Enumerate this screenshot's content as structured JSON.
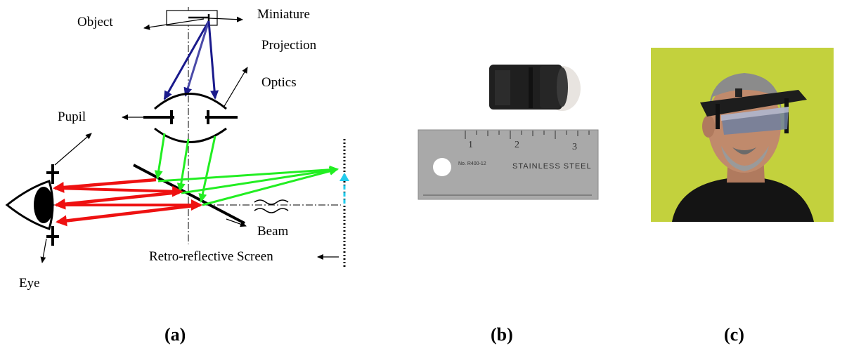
{
  "panel_a": {
    "labels": {
      "object": "Object",
      "miniature": "Miniature",
      "projection": "Projection",
      "optics": "Optics",
      "pupil": "Pupil",
      "beam": "Beam",
      "screen": "Retro-reflective Screen",
      "eye": "Eye"
    },
    "colors": {
      "display_rays": "#1a1a8c",
      "projected_rays": "#22ee22",
      "retro_rays": "#ee1111",
      "screen_marker": "#22ccee"
    }
  },
  "panel_b": {
    "ruler_text": "STAINLESS STEEL",
    "ruler_part_no": "No. R400-12",
    "ruler_inch_marks": [
      "1",
      "2",
      "3"
    ]
  },
  "captions": [
    "(a)",
    "(b)",
    "(c)"
  ]
}
